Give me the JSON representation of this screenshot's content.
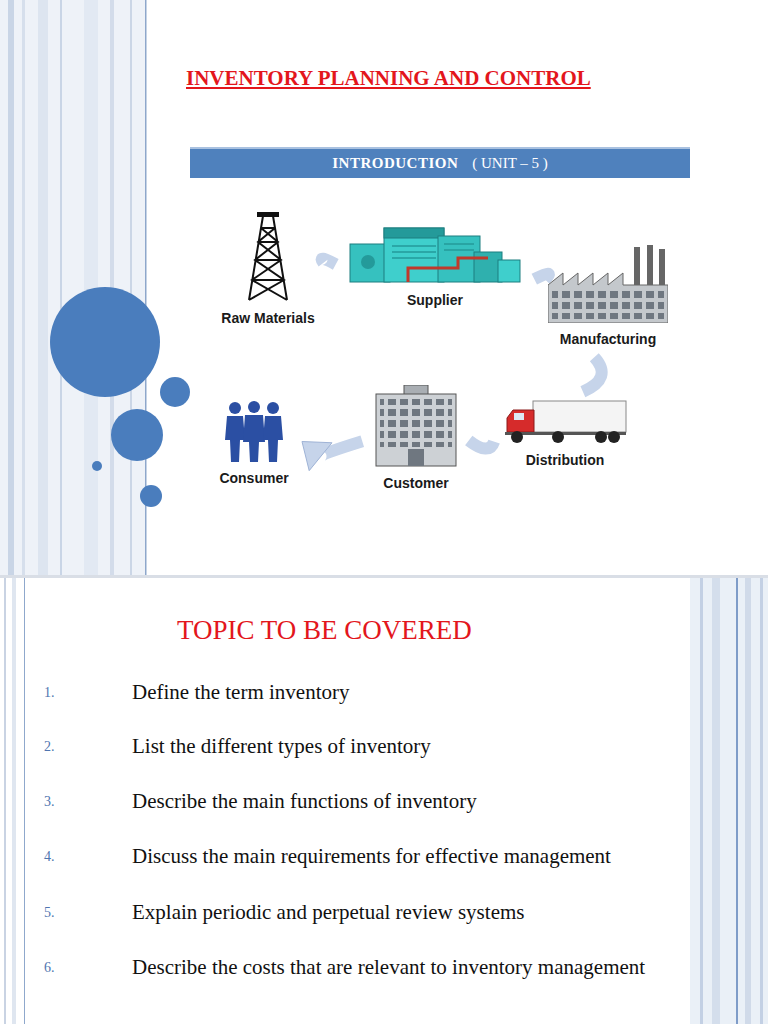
{
  "diagram": {
    "title": "INVENTORY PLANNING AND CONTROL",
    "nodes": [
      {
        "text": [
          "INTRODUCTION",
          "( UNIT – 5 )"
        ]
      },
      {
        "text": [
          "Raw Materials"
        ]
      },
      {
        "text": [
          "Supplier"
        ]
      },
      {
        "text": [
          "Manufacturing"
        ]
      },
      {
        "text": [
          "Distribution"
        ]
      },
      {
        "text": [
          "Customer"
        ]
      },
      {
        "text": [
          "Consumer"
        ]
      }
    ],
    "edges": [
      {
        "from": 1,
        "to": 2,
        "arrow": "none"
      },
      {
        "from": 2,
        "to": 3,
        "arrow": "none"
      },
      {
        "from": 3,
        "to": 4,
        "arrow": "none"
      },
      {
        "from": 4,
        "to": 5,
        "arrow": "none"
      },
      {
        "from": 5,
        "to": 6,
        "arrow": "to"
      }
    ],
    "labels": [
      "TOPIC TO BE COVERED",
      "1.",
      "Define the term inventory",
      "2.",
      "List the different types of inventory",
      "3.",
      "Describe the main functions of inventory",
      "4.",
      "Discuss the main requirements for effective management",
      "5.",
      "Explain periodic and perpetual review systems",
      "6.",
      "Describe the costs that are relevant to inventory management"
    ]
  }
}
